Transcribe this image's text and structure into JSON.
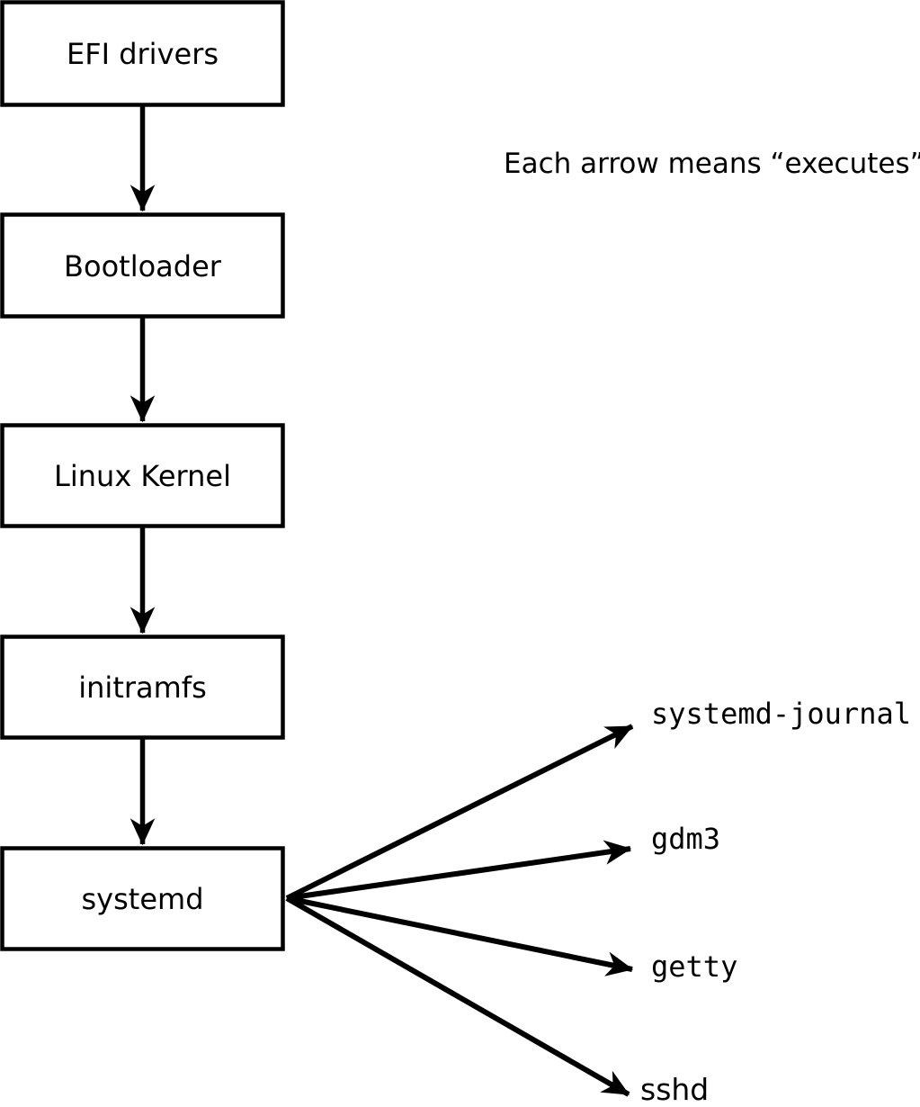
{
  "diagram": {
    "caption": "Each arrow means “executes”.",
    "arrow_meaning": "executes",
    "colors": {
      "foreground": "#000000",
      "background": "#ffffff"
    },
    "chain": [
      {
        "id": "efi-drivers",
        "label": "EFI drivers"
      },
      {
        "id": "bootloader",
        "label": "Bootloader"
      },
      {
        "id": "linux-kernel",
        "label": "Linux Kernel"
      },
      {
        "id": "initramfs",
        "label": "initramfs"
      },
      {
        "id": "systemd",
        "label": "systemd"
      }
    ],
    "spawned": [
      {
        "id": "systemd-journal",
        "label": "systemd-journal"
      },
      {
        "id": "gdm3",
        "label": "gdm3"
      },
      {
        "id": "getty",
        "label": "getty"
      },
      {
        "id": "sshd",
        "label": "sshd"
      }
    ]
  }
}
